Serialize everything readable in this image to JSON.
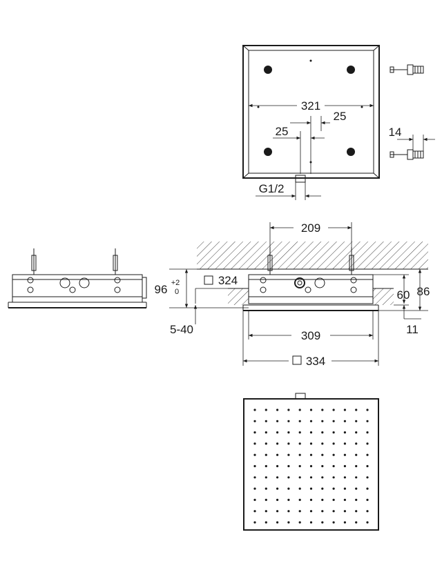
{
  "dimensions": {
    "top_width": "321",
    "offset_left": "25",
    "offset_right": "25",
    "bolt_offset": "14",
    "thread": "G1/2",
    "mount_spacing": "209",
    "depth_main": "96",
    "depth_tol_plus": "+2",
    "depth_tol_minus": "0",
    "cutout": "324",
    "height_total": "86",
    "height_inner": "60",
    "plate_thickness": "11",
    "ceiling_range": "5-40",
    "inner_width": "309",
    "outer_width": "334"
  },
  "colors": {
    "line": "#1a1a1a",
    "hatch": "#444444",
    "background": "#ffffff"
  }
}
